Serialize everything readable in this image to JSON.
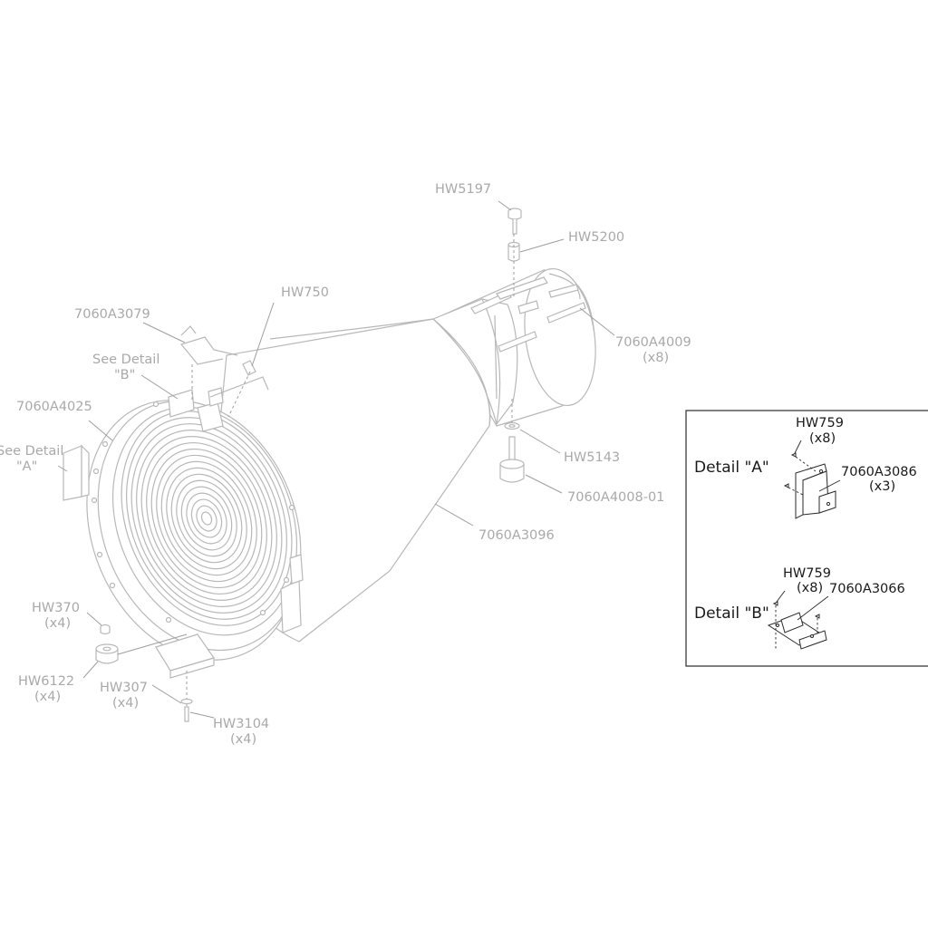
{
  "labels": {
    "hw5197": "HW5197",
    "hw5200": "HW5200",
    "hw750": "HW750",
    "p7060a3079": "7060A3079",
    "p7060a4009": "7060A4009",
    "p7060a4009_qty": "(x8)",
    "see_detail_b_1": "See Detail",
    "see_detail_b_2": "\"B\"",
    "p7060a4025": "7060A4025",
    "see_detail_a_1": "See Detail",
    "see_detail_a_2": "\"A\"",
    "hw5143": "HW5143",
    "p7060a4008_01": "7060A4008-01",
    "p7060a3096": "7060A3096",
    "hw370": "HW370",
    "hw370_qty": "(x4)",
    "hw6122": "HW6122",
    "hw6122_qty": "(x4)",
    "hw307": "HW307",
    "hw307_qty": "(x4)",
    "hw3104": "HW3104",
    "hw3104_qty": "(x4)"
  },
  "detail_a": {
    "title": "Detail \"A\"",
    "hw759": "HW759",
    "hw759_qty": "(x8)",
    "part": "7060A3086",
    "part_qty": "(x3)"
  },
  "detail_b": {
    "title": "Detail \"B\"",
    "hw759": "HW759",
    "hw759_qty": "(x8)",
    "part": "7060A3066"
  }
}
